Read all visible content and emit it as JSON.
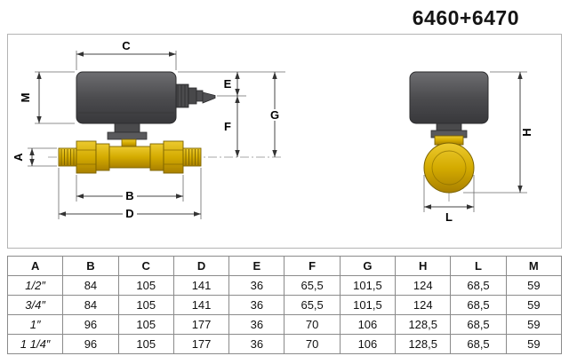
{
  "title": "6460+6470",
  "diagram": {
    "labels": {
      "a": "A",
      "b": "B",
      "c": "C",
      "d": "D",
      "e": "E",
      "f": "F",
      "g": "G",
      "h": "H",
      "l": "L",
      "m": "M"
    }
  },
  "table": {
    "headers": [
      "A",
      "B",
      "C",
      "D",
      "E",
      "F",
      "G",
      "H",
      "L",
      "M"
    ],
    "rows": [
      [
        "1/2″",
        "84",
        "105",
        "141",
        "36",
        "65,5",
        "101,5",
        "124",
        "68,5",
        "59"
      ],
      [
        "3/4″",
        "84",
        "105",
        "141",
        "36",
        "65,5",
        "101,5",
        "124",
        "68,5",
        "59"
      ],
      [
        "1″",
        "96",
        "105",
        "177",
        "36",
        "70",
        "106",
        "128,5",
        "68,5",
        "59"
      ],
      [
        "1 1/4″",
        "96",
        "105",
        "177",
        "36",
        "70",
        "106",
        "128,5",
        "68,5",
        "59"
      ]
    ]
  }
}
